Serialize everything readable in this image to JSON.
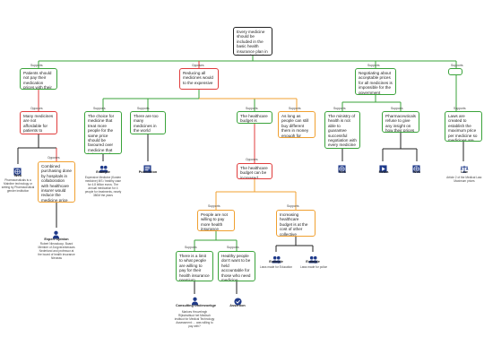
{
  "colors": {
    "root": "#222222",
    "support": "#3aa33a",
    "oppose": "#e03c3c",
    "qualify": "#f0a030",
    "icon": "#1f3a8a"
  },
  "nodes": {
    "root": "Every medicine should be included in the basic health insurance plan in the Netherlands",
    "n1": "Patients should not pay their medication prices with their lives",
    "n2": "Reducing all medicines would to the expensive",
    "n3": "Negotiating about acceptable prices for all medicines is impossible for the government",
    "n4": "",
    "n5": "Many medicines are not affordable for patients to purchase",
    "n6": "Combined purchasing done by hospitals in collaboration with healthcare insurer would reduce the medicine price",
    "n7": "The choice for medicine that treat more people for the same price should be favoured over medicine that help only a few",
    "n8": "There are too many medicines in the world",
    "n9": "The healthcare budget is limited",
    "n10": "As long as people can still buy different them in money enough for medicine",
    "n11": "The ministry of health is not able to guarantee successful negotiation with every medicine fabricant",
    "n12": "Pharmaceuticals refuse to give any insight on how their prices are set-up",
    "n13": "Laws are created to establish the maximum price per medicine so medicines are kept affordable",
    "n14": "The healthcare budget can be increased",
    "n15": "People are not willing to pay more health insurance premiums",
    "n16": "Increasing healthcare budget is at the cost of other collective responsibilities",
    "n17": "There is a limit to what people are willing to pay for their health insurance premium",
    "n18": "Healthy people don't want to be held accountable for those who need medicine"
  },
  "edge_labels": {
    "support": "Supports",
    "oppose": "Opposes"
  },
  "sources": [
    {
      "id": "s1",
      "icon": "globe",
      "title": "Web",
      "caption": "Pharmaceuticals is a Mainline technology or setting by Pharmaceutical gender institution"
    },
    {
      "id": "s2",
      "icon": "person",
      "title": "Expert Opinion",
      "caption": "Robert Nieuwkoop, Board Member of Zorgverzekeraars Nederland and professor at the board of health insurance Nieuwss"
    },
    {
      "id": "s3",
      "icon": "people",
      "title": "Example",
      "caption": "Expensive Medicine (Kosten medicine) MS / healthy case for 4.8 billion euros. The annual medication for 4 people for treatments, nearly 380M the years"
    },
    {
      "id": "s4",
      "icon": "book",
      "title": "Publication",
      "caption": ""
    },
    {
      "id": "s5",
      "icon": "globe",
      "title": "Web",
      "caption": ""
    },
    {
      "id": "s6",
      "icon": "media",
      "title": "Media",
      "caption": ""
    },
    {
      "id": "s7",
      "icon": "globe",
      "title": "Web",
      "caption": ""
    },
    {
      "id": "s8",
      "icon": "law",
      "title": "Law",
      "caption": "Article 2 of the Medical Law: Maximum prices"
    },
    {
      "id": "s9",
      "icon": "people",
      "title": "Example",
      "caption": "Laws made for Education"
    },
    {
      "id": "s10",
      "icon": "people",
      "title": "Example",
      "caption": "Laws made for police"
    },
    {
      "id": "s11",
      "icon": "person",
      "title": "Consulting Onderzoekge",
      "caption": "Marloes Heuvelmgh Rijksinstituut het Medisch instituut for Medical Technology Assessment: ... was willing to pay with?"
    },
    {
      "id": "s12",
      "icon": "check",
      "title": "Assertion",
      "caption": ""
    }
  ]
}
